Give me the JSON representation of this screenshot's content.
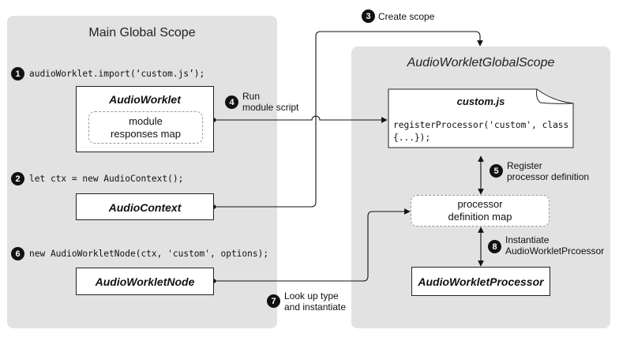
{
  "main_scope": {
    "title": "Main Global Scope",
    "step1_code": "audioWorklet.import(‘custom.js’);",
    "step2_code": "let ctx = new AudioContext();",
    "step6_code": "new AudioWorkletNode(ctx, 'custom', options);",
    "audio_worklet": {
      "title": "AudioWorklet",
      "map_line1": "module",
      "map_line2": "responses map"
    },
    "audio_context": {
      "title": "AudioContext"
    },
    "audio_worklet_node": {
      "title": "AudioWorkletNode"
    }
  },
  "worklet_scope": {
    "title": "AudioWorkletGlobalScope",
    "custom_js": {
      "filename": "custom.js",
      "code_line1": "registerProcessor('custom', class",
      "code_line2": "{...});"
    },
    "definition_map": {
      "line1": "processor",
      "line2": "definition map"
    },
    "processor": {
      "title": "AudioWorkletProcessor"
    }
  },
  "steps": {
    "s1": {
      "num": "1"
    },
    "s2": {
      "num": "2"
    },
    "s3": {
      "num": "3",
      "label": "Create scope"
    },
    "s4": {
      "num": "4",
      "line1": "Run",
      "line2": "module script"
    },
    "s5": {
      "num": "5",
      "line1": "Register",
      "line2": "processor definition"
    },
    "s6": {
      "num": "6"
    },
    "s7": {
      "num": "7",
      "line1": "Look up type",
      "line2": "and instantiate"
    },
    "s8": {
      "num": "8",
      "line1": "Instantiate",
      "line2": "AudioWorkletPrcoessor"
    }
  }
}
